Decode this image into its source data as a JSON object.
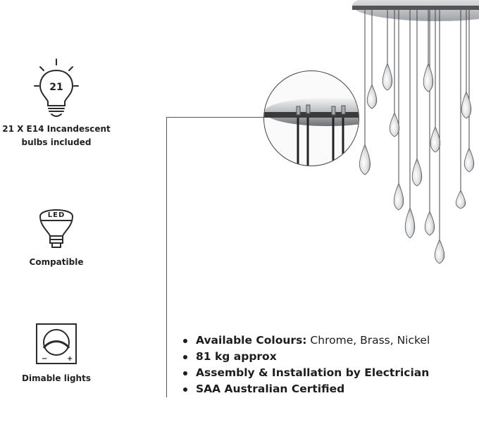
{
  "features": {
    "bulbs": {
      "icon": "bulb-icon",
      "count": "21",
      "caption_line1": "21 X E14 Incandescent",
      "caption_line2": "bulbs included"
    },
    "led": {
      "icon": "led-bulb-icon",
      "badge": "LED",
      "caption": "Compatible"
    },
    "dimmer": {
      "icon": "dimmer-icon",
      "minus": "−",
      "plus": "+",
      "caption": "Dimable lights"
    }
  },
  "specs": [
    {
      "label": "Available Colours:",
      "value": " Chrome, Brass, Nickel"
    },
    {
      "label": "81 kg approx",
      "value": ""
    },
    {
      "label": "Assembly & Installation by Electrician",
      "value": ""
    },
    {
      "label": "SAA Australian Certified",
      "value": ""
    }
  ],
  "colors": {
    "text": "#1d1d1d",
    "line": "#555555",
    "chrome": "#c9ccd0"
  }
}
